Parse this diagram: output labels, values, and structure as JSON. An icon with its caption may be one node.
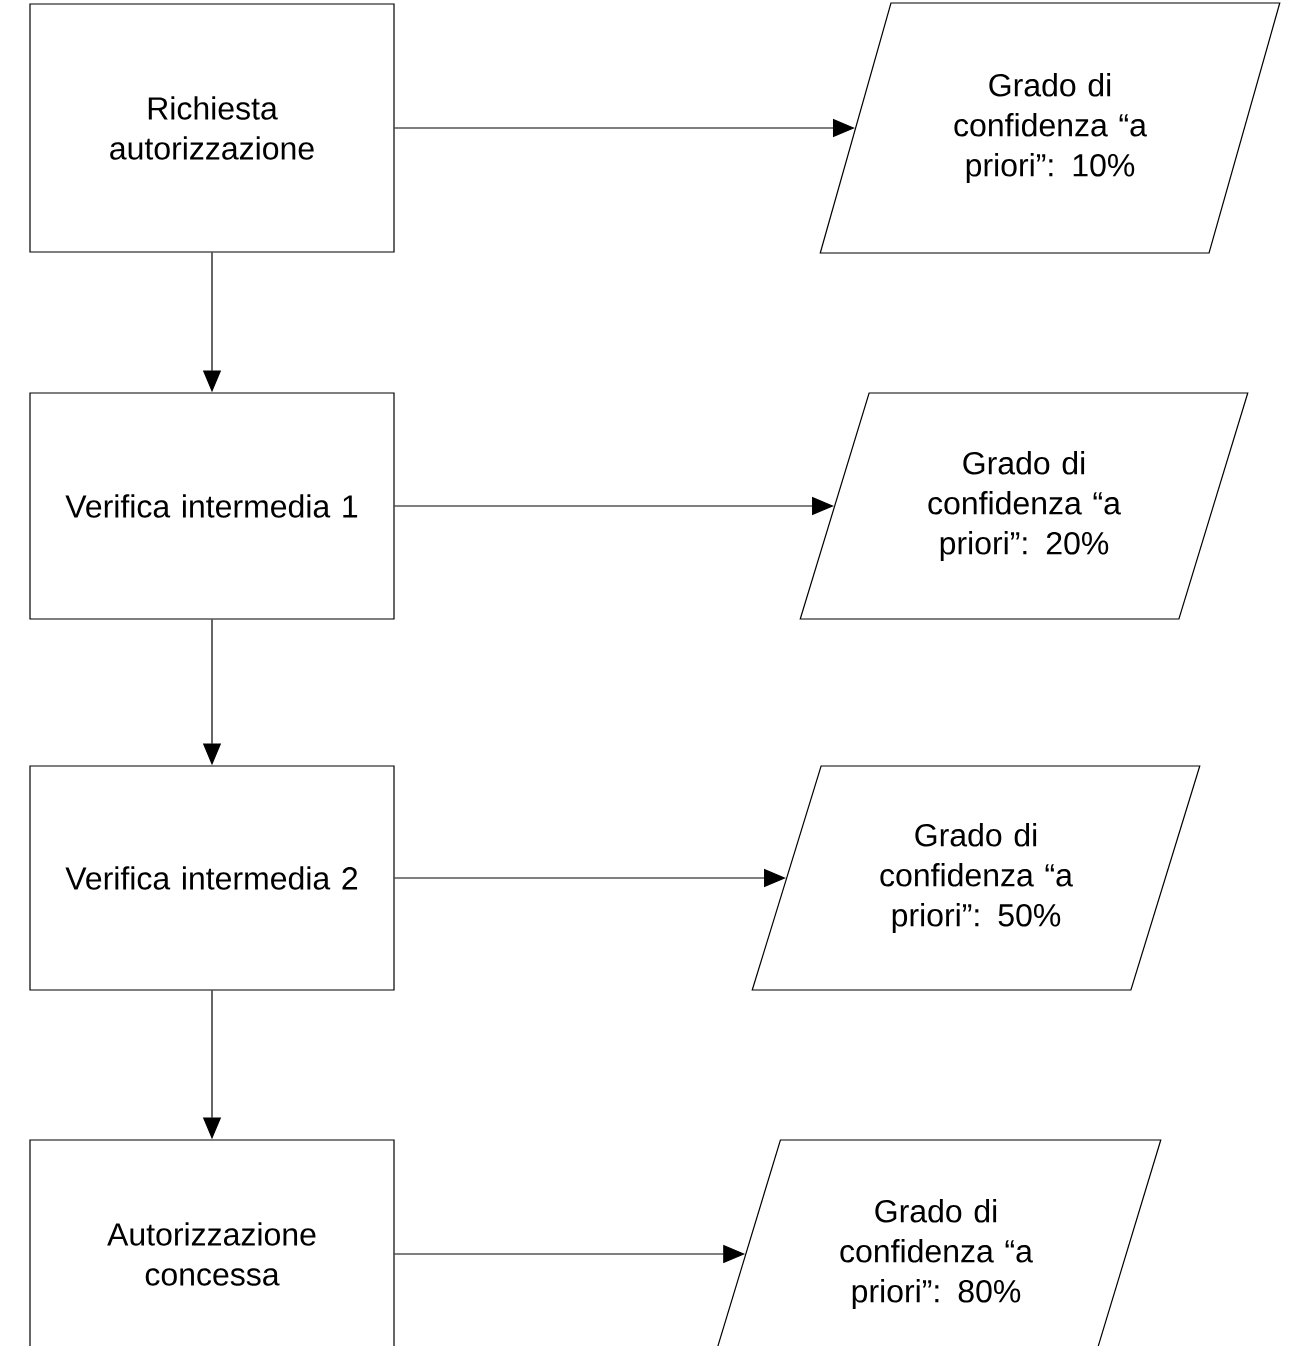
{
  "diagram": {
    "nodes": [
      {
        "text": [
          "Richiesta autorizzazione"
        ]
      },
      {
        "text": [
          "Grado di confidenza “a priori”: 10%"
        ]
      },
      {
        "text": [
          "Verifica intermedia 1"
        ]
      },
      {
        "text": [
          "Grado di confidenza “a priori”: 20%"
        ]
      },
      {
        "text": [
          "Verifica intermedia 2"
        ]
      },
      {
        "text": [
          "Grado di confidenza “a priori”: 50%"
        ]
      },
      {
        "text": [
          "Autorizzazione concessa"
        ]
      },
      {
        "text": [
          "Grado di confidenza “a priori”: 80%"
        ]
      }
    ],
    "edges": [
      {
        "from": 0,
        "to": 1,
        "arrow": "to"
      },
      {
        "from": 0,
        "to": 2,
        "arrow": "to"
      },
      {
        "from": 2,
        "to": 3,
        "arrow": "to"
      },
      {
        "from": 2,
        "to": 4,
        "arrow": "to"
      },
      {
        "from": 4,
        "to": 5,
        "arrow": "to"
      },
      {
        "from": 4,
        "to": 6,
        "arrow": "to"
      },
      {
        "from": 6,
        "to": 7,
        "arrow": "to"
      }
    ]
  }
}
